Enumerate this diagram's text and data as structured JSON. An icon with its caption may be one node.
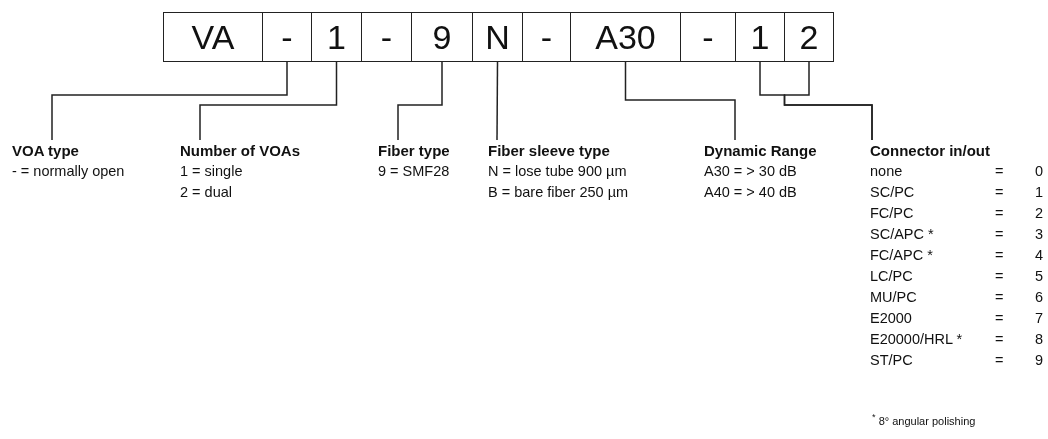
{
  "diagram": {
    "nodes": [
      {
        "text": [
          "VA"
        ]
      },
      {
        "text": [
          "-"
        ]
      },
      {
        "text": [
          "1"
        ]
      },
      {
        "text": [
          "-"
        ]
      },
      {
        "text": [
          "9"
        ]
      },
      {
        "text": [
          "N"
        ]
      },
      {
        "text": [
          "-"
        ]
      },
      {
        "text": [
          "A30"
        ]
      },
      {
        "text": [
          "-"
        ]
      },
      {
        "text": [
          "1"
        ]
      },
      {
        "text": [
          "2"
        ]
      },
      {
        "text": [
          "VOA type",
          "- = normally open"
        ]
      },
      {
        "text": [
          "Number of VOAs",
          "1 = single",
          "2 = dual"
        ]
      },
      {
        "text": [
          "Fiber type",
          "9 = SMF28"
        ]
      },
      {
        "text": [
          "Fiber sleeve type",
          "N = lose tube 900 µm",
          "B = bare fiber 250 µm"
        ]
      },
      {
        "text": [
          "Dynamic Range",
          "A30 = > 30 dB",
          "A40 = > 40 dB"
        ]
      },
      {
        "text": [
          "Connector in/out",
          "none",
          "=",
          "0",
          "SC/PC",
          "=",
          "1",
          "FC/PC",
          "=",
          "2",
          "SC/APC *",
          "=",
          "3",
          "FC/APC *",
          "=",
          "4",
          "LC/PC",
          "=",
          "5",
          "MU/PC",
          "=",
          "6",
          "E2000",
          "=",
          "7",
          "E20000/HRL *",
          "=",
          "8",
          "ST/PC",
          "=",
          "9"
        ]
      }
    ],
    "edges": [
      {
        "from": 1,
        "to": 11,
        "arrow": "none"
      },
      {
        "from": 2,
        "to": 12,
        "arrow": "none"
      },
      {
        "from": 4,
        "to": 13,
        "arrow": "none"
      },
      {
        "from": 5,
        "to": 14,
        "arrow": "none"
      },
      {
        "from": 7,
        "to": 15,
        "arrow": "none"
      },
      {
        "from": 9,
        "to": 16,
        "arrow": "none"
      },
      {
        "from": 10,
        "to": 16,
        "arrow": "none"
      }
    ],
    "labels": [
      "$^{*}$ 8° angular polishing"
    ]
  }
}
